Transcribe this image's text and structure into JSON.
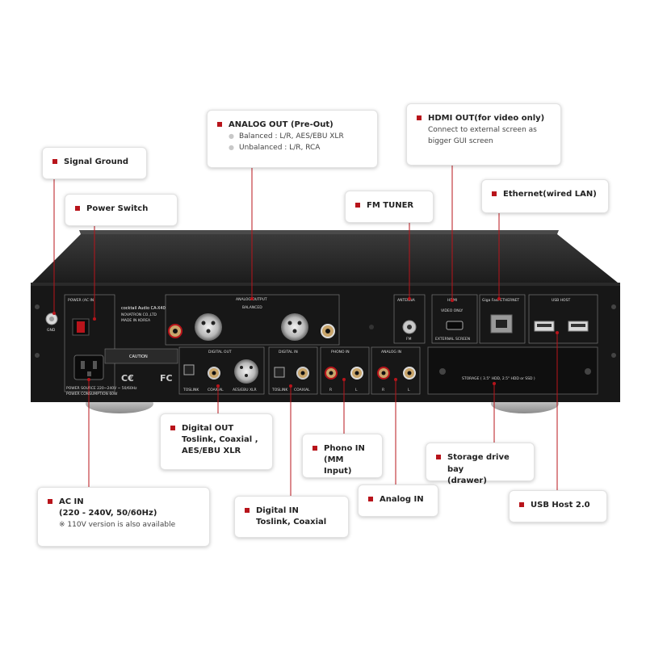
{
  "device": {
    "sections": {
      "power": "POWER (AC IN)",
      "analog_output": "ANALOG OUTPUT",
      "balanced": "BALANCED",
      "antenna": "ANTENNA",
      "hdmi": "HDMI",
      "video_only": "VIDEO ONLY",
      "external_screen": "EXTERNAL SCREEN",
      "ethernet": "Giga Fast ETHERNET",
      "usb_host": "USB HOST",
      "digital_out": "DIGITAL OUT",
      "digital_in": "DIGITAL IN",
      "phono_in": "PHONO IN",
      "analog_in": "ANALOG IN",
      "storage": "STORAGE ( 3.5\" HDD, 2.5\" HDD or SSD )",
      "caution": "CAUTION",
      "gnd": "GND",
      "toslink": "TOSLINK",
      "coaxial": "COAXIAL",
      "aes": "AES/EBU XLR",
      "brand": "cocktail Audio CA-X40",
      "company": "NOVATRON CO.,LTD",
      "made": "MADE IN KOREA",
      "power_source": "POWER SOURCE  220~240V ~ 50/60Hz",
      "consumption": "POWER CONSUMPTION  60W",
      "ch_l": "L",
      "ch_r": "R",
      "fm": "FM"
    }
  },
  "callouts": {
    "signal_ground": {
      "title": "Signal Ground"
    },
    "power_switch": {
      "title": "Power Switch"
    },
    "analog_out": {
      "title": "ANALOG OUT (Pre-Out)",
      "line1": "Balanced : L/R, AES/EBU XLR",
      "line2": "Unbalanced : L/R, RCA"
    },
    "hdmi_out": {
      "title": "HDMI OUT(for video only)",
      "line1": "Connect to external screen as",
      "line2": "bigger GUI screen"
    },
    "fm_tuner": {
      "title": "FM TUNER"
    },
    "ethernet": {
      "title": "Ethernet(wired LAN)"
    },
    "digital_out": {
      "title": "Digital OUT",
      "line1": "Toslink, Coaxial ,",
      "line2": "AES/EBU XLR"
    },
    "phono_in": {
      "title": "Phono IN",
      "line1": "(MM Input)"
    },
    "storage": {
      "title": "Storage drive bay",
      "line1": "(drawer)"
    },
    "ac_in": {
      "title": "AC IN",
      "line1": "(220 - 240V, 50/60Hz)",
      "line2": "※ 110V version is also available"
    },
    "digital_in": {
      "title": "Digital IN",
      "line1": "Toslink, Coaxial"
    },
    "analog_in": {
      "title": "Analog IN"
    },
    "usb_host": {
      "title": "USB Host 2.0"
    }
  },
  "colors": {
    "accent": "#b8141b",
    "chassis": "#1e1e1e",
    "panel": "#141414"
  }
}
